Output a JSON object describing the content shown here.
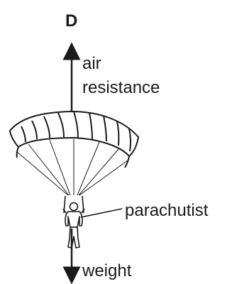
{
  "figure": {
    "option_letter": "D",
    "labels": {
      "air_resistance_line1": "air",
      "air_resistance_line2": "resistance",
      "parachutist": "parachutist",
      "weight": "weight"
    }
  },
  "colors": {
    "ink": "#1a1a1a",
    "background": "#ffffff"
  }
}
